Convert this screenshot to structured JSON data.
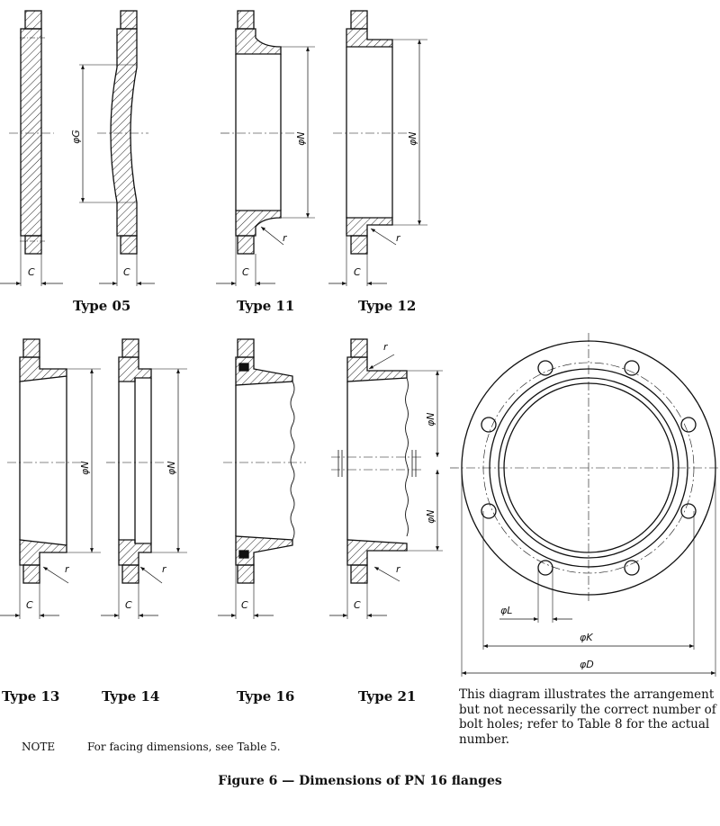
{
  "flange_types": {
    "type_05": "Type 05",
    "type_11": "Type 11",
    "type_12": "Type 12",
    "type_13": "Type 13",
    "type_14": "Type 14",
    "type_16": "Type 16",
    "type_21": "Type 21"
  },
  "dimensions": {
    "C": "C",
    "G": "φG",
    "N": "φN",
    "r": "r",
    "L": "φL",
    "K": "φK",
    "D": "φD"
  },
  "description": "This diagram illustrates the arrangement but not necessarily the correct number of bolt holes; refer to Table 8 for the actual number.",
  "note": {
    "label": "NOTE",
    "text": "For facing dimensions, see Table 5."
  },
  "caption": "Figure 6 — Dimensions of PN 16 flanges"
}
